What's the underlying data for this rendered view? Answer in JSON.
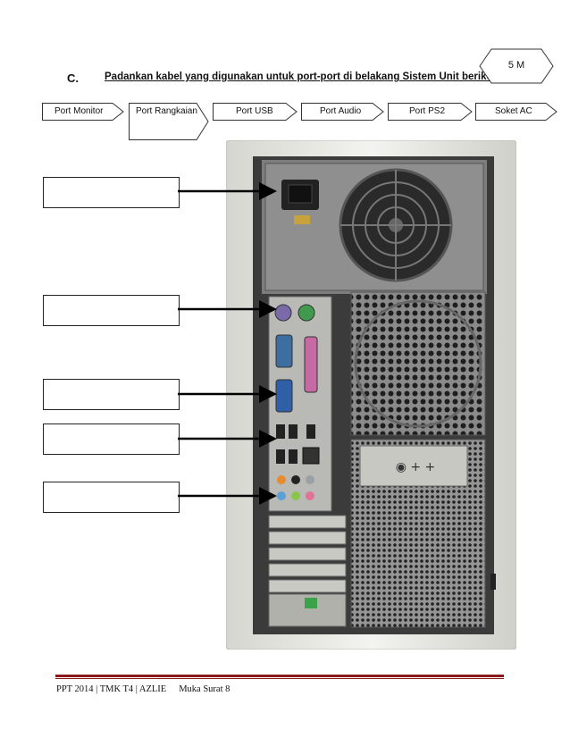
{
  "question": {
    "letter": "C.",
    "text": "Padankan kabel yang digunakan untuk port-port di belakang Sistem Unit berikut."
  },
  "marks": "5 M",
  "tags": [
    {
      "label": "Port Monitor"
    },
    {
      "label": "Port Rangkaian"
    },
    {
      "label": "Port USB"
    },
    {
      "label": "Port Audio"
    },
    {
      "label": "Port PS2"
    },
    {
      "label": "Soket AC"
    }
  ],
  "answer_boxes": [
    {
      "value": ""
    },
    {
      "value": ""
    },
    {
      "value": ""
    },
    {
      "value": ""
    },
    {
      "value": ""
    }
  ],
  "footer": {
    "left": "PPT 2014 | TMK T4 | AZLIE",
    "page": "Muka Surat 8"
  },
  "colors": {
    "footer_rule": "#8b1a1a",
    "case_frame": "#e9e9e4",
    "case_metal": "#6e6e6e"
  }
}
